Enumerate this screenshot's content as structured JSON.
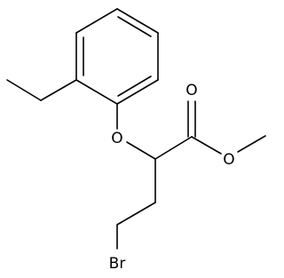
{
  "molecule": {
    "atoms": {
      "oxygen_ether": "O",
      "oxygen_carbonyl": "O",
      "oxygen_ester": "O",
      "bromine": "Br"
    }
  }
}
